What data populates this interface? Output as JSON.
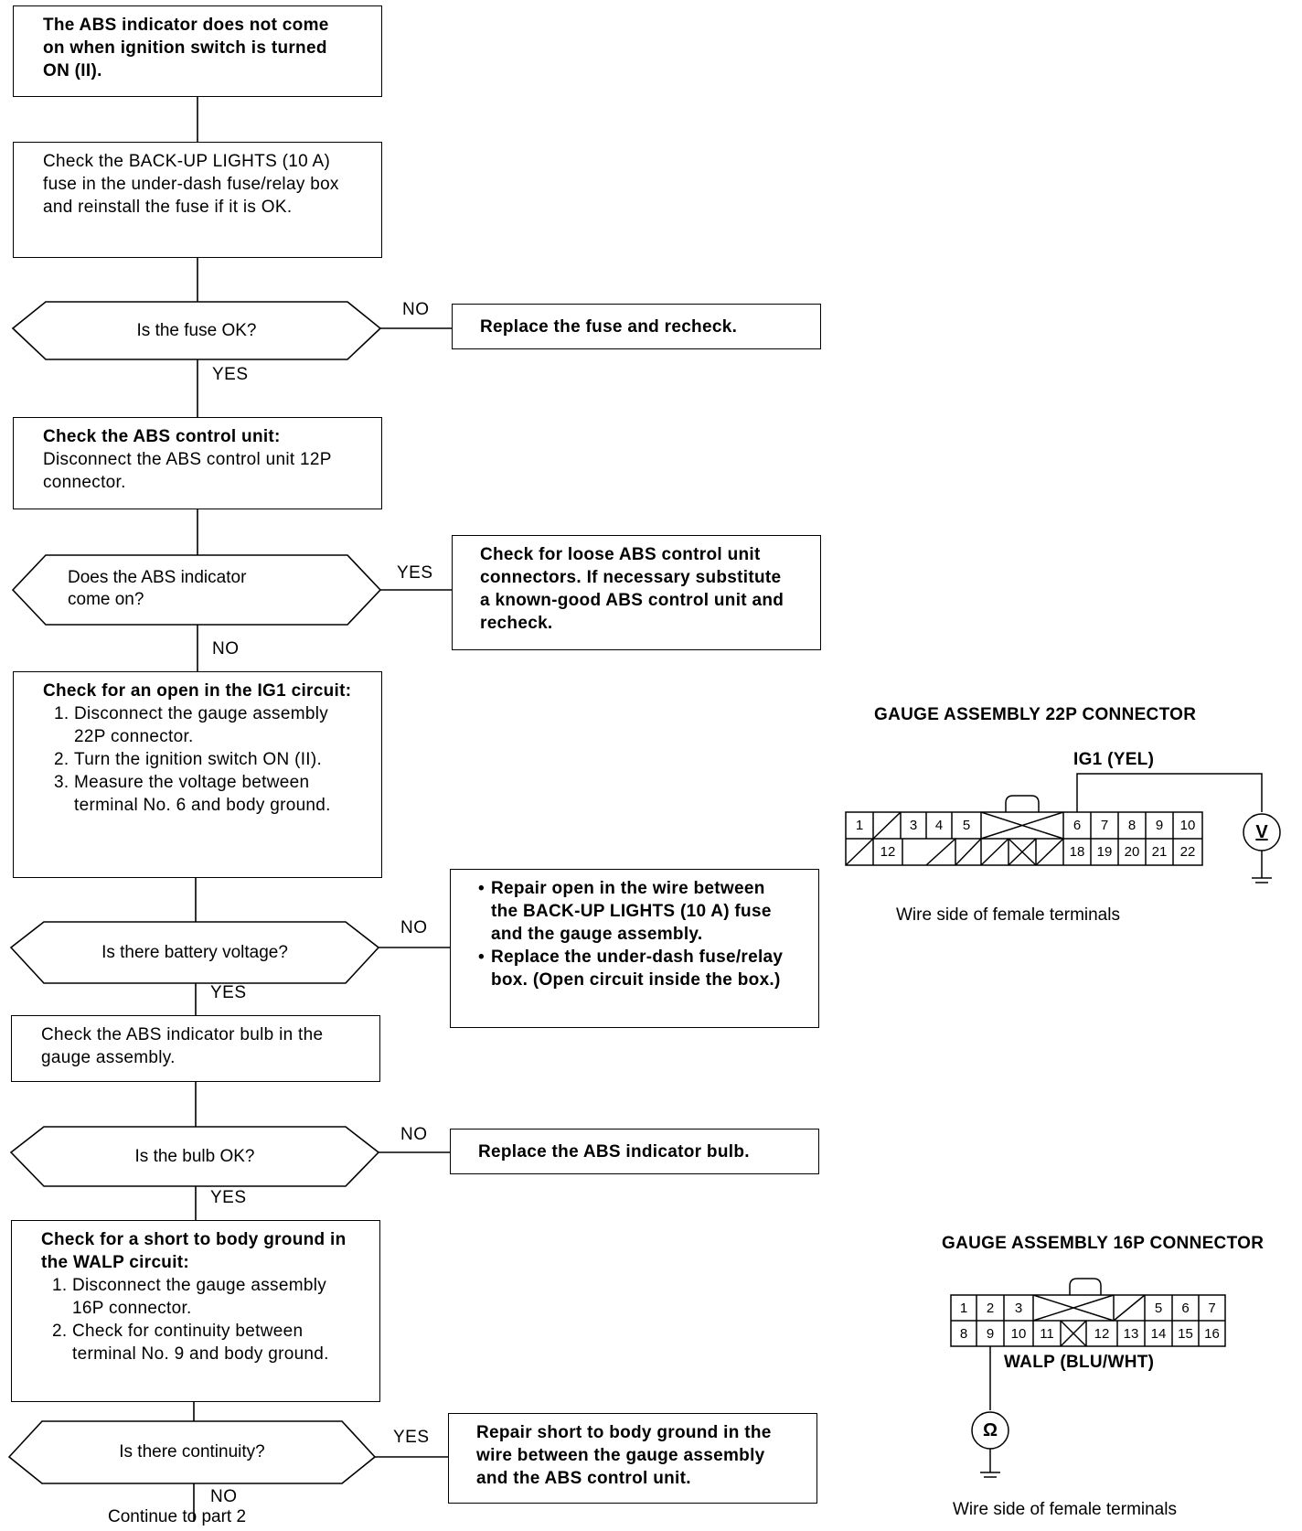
{
  "flow": {
    "start_box": "The ABS indicator does not come on when ignition switch is turned ON (II).",
    "check_fuse": "Check the BACK-UP LIGHTS (10 A) fuse in the under-dash fuse/relay box and reinstall the fuse if it is OK.",
    "q_fuse": "Is the fuse OK?",
    "replace_fuse": "Replace the fuse and recheck.",
    "check_abs_title": "Check the ABS control unit:",
    "check_abs_body": "Disconnect the ABS control unit 12P connector.",
    "q_indicator_line1": "Does the ABS indicator",
    "q_indicator_line2": "come on?",
    "loose_connectors": "Check for loose ABS control unit connectors. If necessary substitute a known-good ABS control unit and recheck.",
    "check_ig1_title": "Check for an open in the IG1 circuit:",
    "check_ig1_steps": [
      "Disconnect the gauge assembly 22P connector.",
      "Turn the ignition switch ON (II).",
      "Measure the voltage between terminal No. 6 and body ground."
    ],
    "q_battery": "Is there battery voltage?",
    "repair_open_items": [
      "Repair open in the wire between the BACK-UP LIGHTS (10 A) fuse and the gauge assembly.",
      "Replace the under-dash fuse/relay box. (Open circuit inside the box.)"
    ],
    "check_bulb": "Check the ABS indicator bulb in the gauge assembly.",
    "q_bulb": "Is the bulb OK?",
    "replace_bulb": "Replace the ABS indicator bulb.",
    "check_walp_title": "Check for a short to body ground in the WALP circuit:",
    "check_walp_steps": [
      "Disconnect the gauge assembly 16P connector.",
      "Check for continuity between terminal No. 9 and body ground."
    ],
    "q_continuity": "Is there continuity?",
    "repair_short": "Repair short to body ground in the wire between the gauge assembly and the ABS control unit.",
    "continue": "Continue to  part 2",
    "labels": {
      "no": "NO",
      "yes": "YES"
    }
  },
  "connector22": {
    "title": "GAUGE ASSEMBLY 22P CONNECTOR",
    "wire_label": "IG1 (YEL)",
    "meter": "V",
    "caption": "Wire side of female terminals",
    "row1": [
      "1",
      "",
      "3",
      "4",
      "5",
      "6",
      "7",
      "8",
      "9",
      "10"
    ],
    "row2": [
      "12",
      "18",
      "19",
      "20",
      "21",
      "22"
    ]
  },
  "connector16": {
    "title": "GAUGE ASSEMBLY 16P CONNECTOR",
    "wire_label": "WALP (BLU/WHT)",
    "meter": "Ω",
    "caption": "Wire side of female terminals",
    "row1": [
      "1",
      "2",
      "3",
      "5",
      "6",
      "7"
    ],
    "row2": [
      "8",
      "9",
      "10",
      "11",
      "12",
      "13",
      "14",
      "15",
      "16"
    ]
  }
}
